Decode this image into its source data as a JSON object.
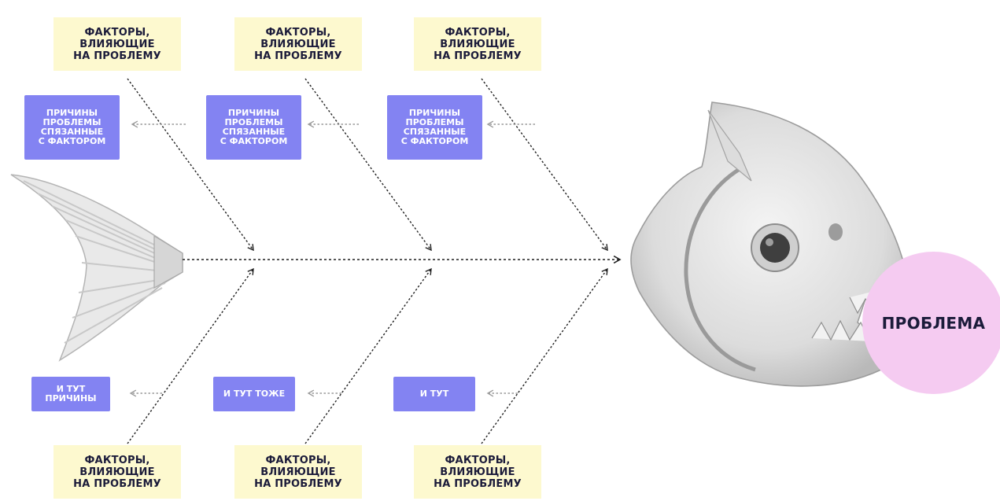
{
  "factors": {
    "top": [
      "ФАКТОРЫ,\nВЛИЯЮЩИЕ\nНА ПРОБЛЕМУ",
      "ФАКТОРЫ,\nВЛИЯЮЩИЕ\nНА ПРОБЛЕМУ",
      "ФАКТОРЫ,\nВЛИЯЮЩИЕ\nНА ПРОБЛЕМУ"
    ],
    "bottom": [
      "ФАКТОРЫ,\nВЛИЯЮЩИЕ\nНА ПРОБЛЕМУ",
      "ФАКТОРЫ,\nВЛИЯЮЩИЕ\nНА ПРОБЛЕМУ",
      "ФАКТОРЫ,\nВЛИЯЮЩИЕ\nНА ПРОБЛЕМУ"
    ]
  },
  "causes": {
    "top": [
      "ПРИЧИНЫ\nПРОБЛЕМЫ\nСПЯЗАННЫЕ\nС ФАКТОРОМ",
      "ПРИЧИНЫ\nПРОБЛЕМЫ\nСПЯЗАННЫЕ\nС ФАКТОРОМ",
      "ПРИЧИНЫ\nПРОБЛЕМЫ\nСПЯЗАННЫЕ\nС ФАКТОРОМ"
    ],
    "bottom": [
      "И ТУТ\nПРИЧИНЫ",
      "И ТУТ ТОЖЕ",
      "И ТУТ"
    ]
  },
  "problem": "ПРОБЛЕМА",
  "colors": {
    "factor_bg": "#fdf9cf",
    "cause_bg": "#8383f2",
    "problem_bg": "#f5cbf1",
    "text_dark": "#1b1b3a",
    "line": "#1f1f1f"
  },
  "icons": {
    "tail": "fish-tail-icon",
    "head": "fish-skull-icon"
  }
}
